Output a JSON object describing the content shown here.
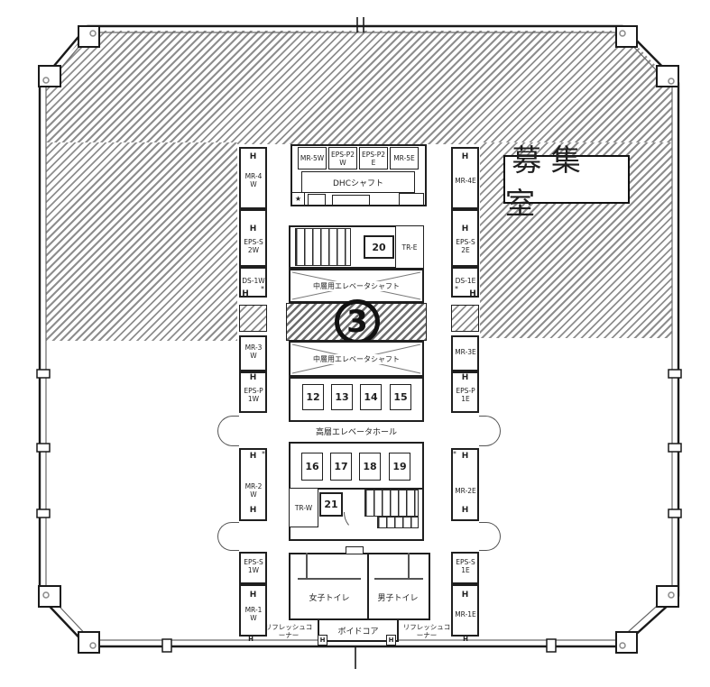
{
  "vacancy_label": "募集室",
  "floor_circle": "3",
  "h_mark": "H",
  "asterisk": "*",
  "star": "★",
  "core": {
    "top_boxes": [
      "MR-5W",
      "EPS-P2W",
      "EPS-P2E",
      "MR-5E"
    ],
    "dhc": "DHCシャフト",
    "room20": "20",
    "tr_e": "TR-E",
    "shaft_upper": "中層用エレベータシャフト",
    "shaft_lower": "中層用エレベータシャフト",
    "rooms_12_15": [
      "12",
      "13",
      "14",
      "15"
    ],
    "hall": "高層エレベータホール",
    "rooms_16_19": [
      "16",
      "17",
      "18",
      "19"
    ],
    "tr_w": "TR-W",
    "room21": "21",
    "toilet_women": "女子トイレ",
    "toilet_men": "男子トイレ",
    "refresh_corner": "リフレッシュコーナー",
    "void_core": "ボイドコア"
  },
  "left_column": {
    "mr4": "MR-4W",
    "eps_s2": "EPS-S2W",
    "ds1": "DS-1W",
    "mr3": "MR-3W",
    "eps_p1": "EPS-P1W",
    "mr2": "MR-2W",
    "eps_s1": "EPS-S1W",
    "mr1": "MR-1W"
  },
  "right_column": {
    "mr4": "MR-4E",
    "eps_s2": "EPS-S2E",
    "ds1": "DS-1E",
    "mr3": "MR-3E",
    "eps_p1": "EPS-P1E",
    "mr2": "MR-2E",
    "eps_s1": "EPS-S1E",
    "mr1": "MR-1E"
  },
  "colors": {
    "line": "#1f1f1f",
    "hatch": "#8e8e8e",
    "background": "#ffffff"
  }
}
